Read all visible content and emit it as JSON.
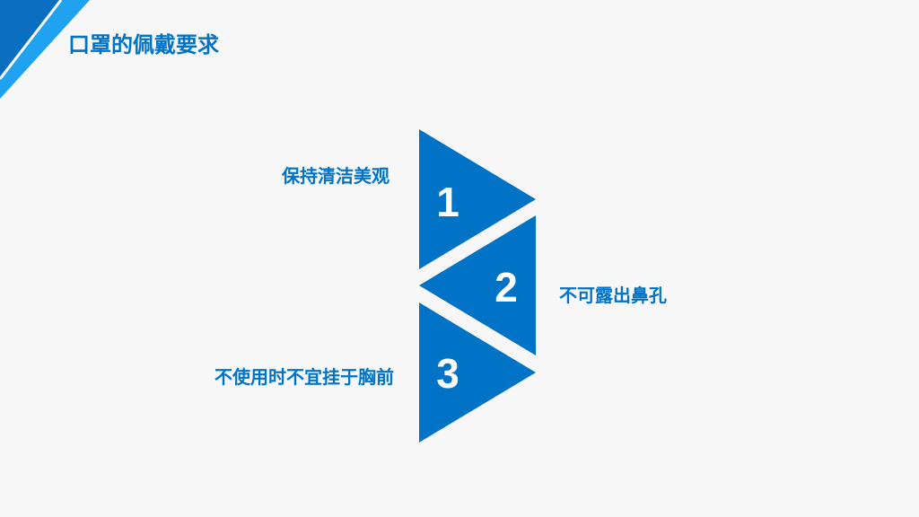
{
  "slide": {
    "title": "口罩的佩戴要求",
    "accent_color": "#0073c6",
    "accent_light": "#1fa3f0"
  },
  "items": [
    {
      "number": "1",
      "text": "保持清洁美观"
    },
    {
      "number": "2",
      "text": "不可露出鼻孔"
    },
    {
      "number": "3",
      "text": "不使用时不宜挂于胸前"
    }
  ]
}
